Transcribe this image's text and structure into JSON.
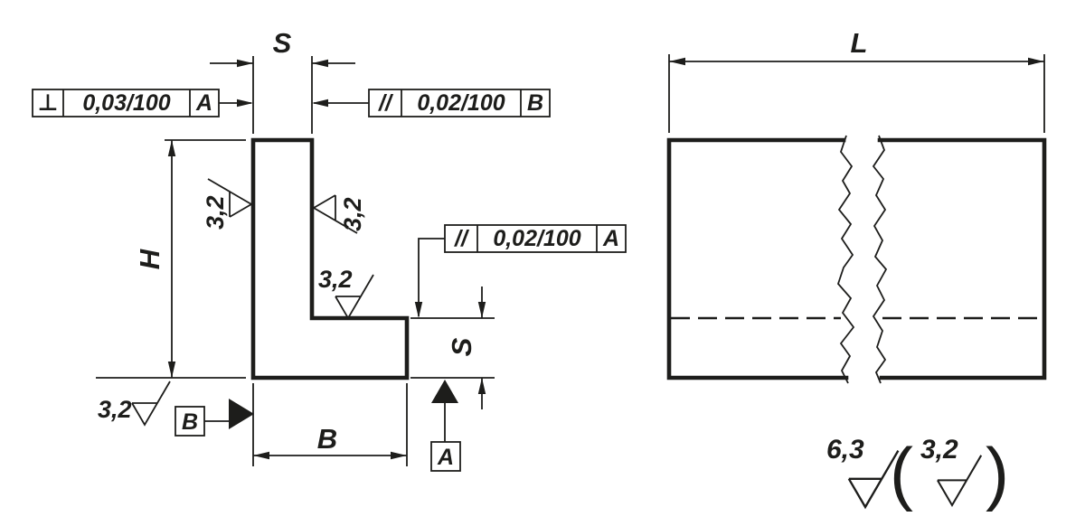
{
  "drawing": {
    "front_view": {
      "dim_top_thickness": "S",
      "dim_height": "H",
      "dim_leg_thickness": "S",
      "dim_width": "B",
      "frame_perpendicularity": {
        "symbol": "⊥",
        "tolerance": "0,03/100",
        "datum": "A"
      },
      "frame_parallelism_top": {
        "symbol": "//",
        "tolerance": "0,02/100",
        "datum": "B"
      },
      "frame_parallelism_mid": {
        "symbol": "//",
        "tolerance": "0,02/100",
        "datum": "A"
      },
      "roughness_left_face": "3,2",
      "roughness_inner_face": "3,2",
      "roughness_step_face": "3,2",
      "roughness_bottom_face": "3,2",
      "datum_b": "B",
      "datum_a": "A"
    },
    "side_view": {
      "dim_length": "L",
      "surface_note": {
        "general": "6,3",
        "open": "(",
        "exception": "3,2",
        "close": ")"
      }
    }
  }
}
